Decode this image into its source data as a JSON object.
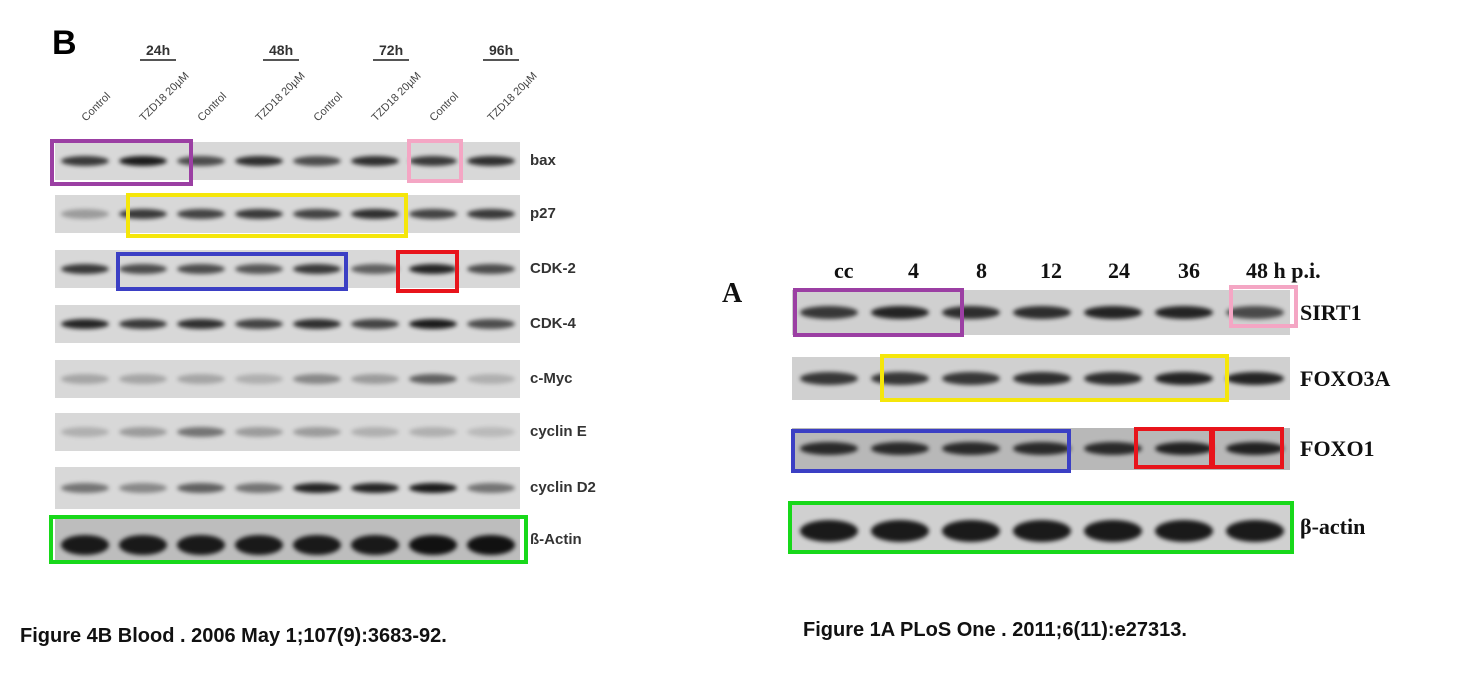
{
  "left": {
    "panel_letter": "B",
    "timepoints": [
      "24h",
      "48h",
      "72h",
      "96h"
    ],
    "lanes": [
      "Control",
      "TZD18 20µM",
      "Control",
      "TZD18 20µM",
      "Control",
      "TZD18 20µM",
      "Control",
      "TZD18 20µM"
    ],
    "rows": [
      {
        "label": "bax",
        "intensity": [
          0.8,
          0.95,
          0.7,
          0.85,
          0.7,
          0.85,
          0.8,
          0.85
        ]
      },
      {
        "label": "p27",
        "intensity": [
          0.3,
          0.8,
          0.75,
          0.8,
          0.75,
          0.85,
          0.75,
          0.8
        ]
      },
      {
        "label": "CDK-2",
        "intensity": [
          0.8,
          0.7,
          0.7,
          0.65,
          0.8,
          0.6,
          0.9,
          0.7
        ]
      },
      {
        "label": "CDK-4",
        "intensity": [
          0.9,
          0.8,
          0.85,
          0.75,
          0.85,
          0.75,
          0.95,
          0.7
        ]
      },
      {
        "label": "c-Myc",
        "intensity": [
          0.25,
          0.25,
          0.25,
          0.2,
          0.4,
          0.3,
          0.6,
          0.2
        ]
      },
      {
        "label": "cyclin E",
        "intensity": [
          0.2,
          0.3,
          0.5,
          0.3,
          0.3,
          0.2,
          0.2,
          0.15
        ]
      },
      {
        "label": "cyclin D2",
        "intensity": [
          0.5,
          0.4,
          0.6,
          0.5,
          0.9,
          0.9,
          0.95,
          0.5
        ]
      },
      {
        "label": "ß-Actin",
        "intensity": [
          0.95,
          0.95,
          0.95,
          0.95,
          0.95,
          0.95,
          1,
          1
        ]
      }
    ],
    "caption": "Figure 4B Blood . 2006 May 1;107(9):3683-92."
  },
  "right": {
    "panel_letter": "A",
    "lanes": [
      "cc",
      "4",
      "8",
      "12",
      "24",
      "36",
      "48 h p.i."
    ],
    "rows": [
      {
        "label": "SIRT1",
        "intensity": [
          0.8,
          0.9,
          0.85,
          0.85,
          0.9,
          0.9,
          0.7
        ]
      },
      {
        "label": "FOXO3A",
        "intensity": [
          0.8,
          0.8,
          0.8,
          0.85,
          0.85,
          0.9,
          0.9
        ]
      },
      {
        "label": "FOXO1",
        "intensity": [
          0.85,
          0.85,
          0.85,
          0.85,
          0.85,
          0.9,
          0.9
        ]
      },
      {
        "label": "β-actin",
        "intensity": [
          0.95,
          0.95,
          0.95,
          0.95,
          0.95,
          0.95,
          0.95
        ]
      }
    ],
    "caption": "Figure 1A PLoS One . 2011;6(11):e27313."
  },
  "colors": {
    "purple": "#9b3fa3",
    "pink": "#f4a6c4",
    "yellow": "#f5e60a",
    "blue": "#3b3fc4",
    "red": "#e8141b",
    "green": "#18d81a"
  }
}
